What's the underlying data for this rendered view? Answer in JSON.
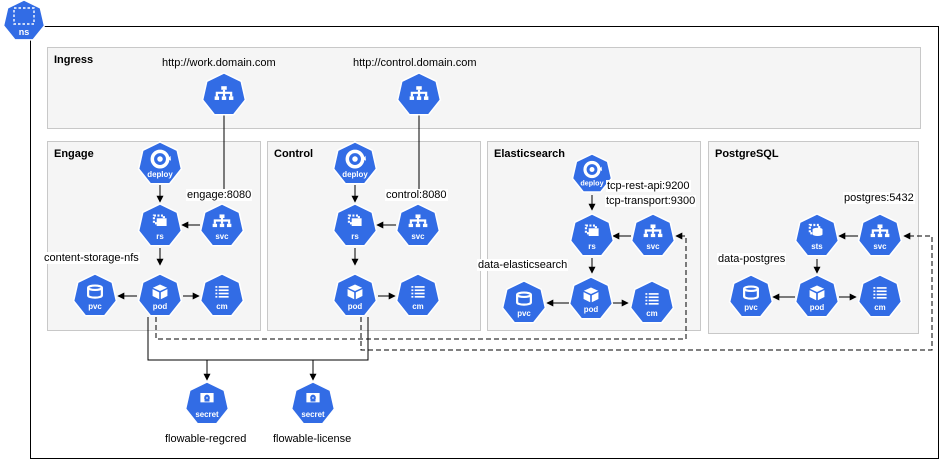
{
  "namespace": {
    "badge": "ns"
  },
  "panels": {
    "ingress": {
      "title": "Ingress"
    },
    "engage": {
      "title": "Engage"
    },
    "control": {
      "title": "Control"
    },
    "elasticsearch": {
      "title": "Elasticsearch"
    },
    "postgresql": {
      "title": "PostgreSQL"
    }
  },
  "labels": {
    "work_url": "http://work.domain.com",
    "control_url": "http://control.domain.com",
    "engage_port": "engage:8080",
    "control_port": "control:8080",
    "es_rest": "tcp-rest-api:9200",
    "es_transport": "tcp-transport:9300",
    "postgres_port": "postgres:5432",
    "content_storage": "content-storage-nfs",
    "data_es": "data-elasticsearch",
    "data_pg": "data-postgres",
    "regcred": "flowable-regcred",
    "license": "flowable-license"
  },
  "icons": {
    "ingress": "ingress-icon",
    "deploy": "deploy",
    "rs": "rs",
    "svc": "svc",
    "pod": "pod",
    "cm": "cm",
    "pvc": "pvc",
    "sts": "sts",
    "secret": "secret"
  },
  "colors": {
    "k8s_blue": "#326ce5",
    "panel_bg": "#f5f5f5"
  }
}
